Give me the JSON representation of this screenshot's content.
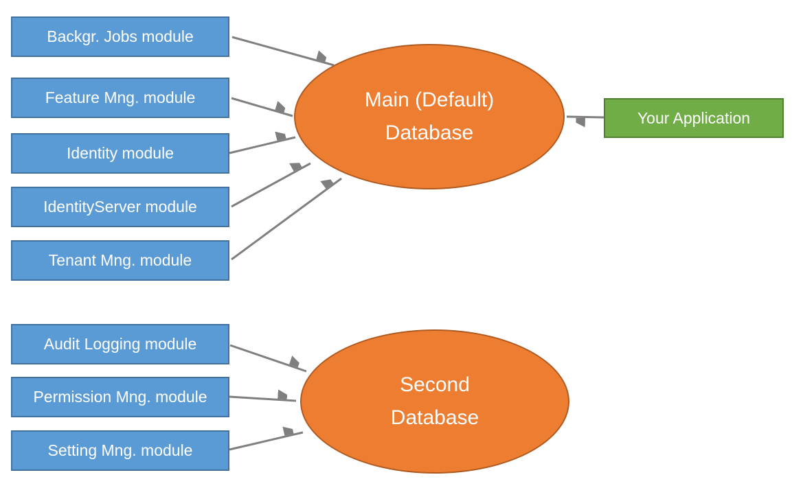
{
  "diagram": {
    "top_group": {
      "modules": [
        {
          "label": "Backgr. Jobs module"
        },
        {
          "label": "Feature Mng. module"
        },
        {
          "label": "Identity module"
        },
        {
          "label": "IdentityServer module"
        },
        {
          "label": "Tenant Mng. module"
        }
      ],
      "database": {
        "line1": "Main (Default)",
        "line2": "Database"
      },
      "application": {
        "label": "Your Application"
      }
    },
    "bottom_group": {
      "modules": [
        {
          "label": "Audit Logging module"
        },
        {
          "label": "Permission Mng. module"
        },
        {
          "label": "Setting Mng. module"
        }
      ],
      "database": {
        "line1": "Second",
        "line2": "Database"
      }
    },
    "colors": {
      "module_fill": "#5B9BD5",
      "module_border": "#41719C",
      "database_fill": "#ED7D31",
      "database_border": "#AE5A21",
      "application_fill": "#70AD47",
      "application_border": "#507E32",
      "arrow": "#7F7F7F",
      "text": "#FFFFFF",
      "background": "#FFFFFF"
    }
  }
}
